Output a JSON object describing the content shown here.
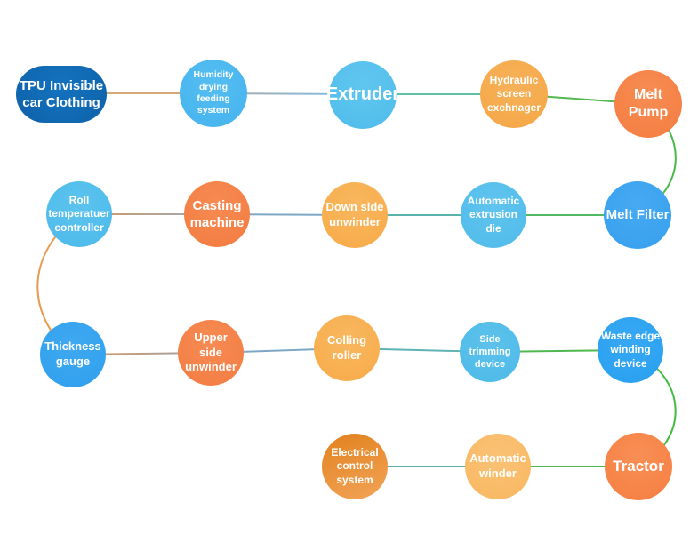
{
  "diagram": {
    "type": "flowchart",
    "background": "#ffffff",
    "nodes": [
      {
        "id": "tpu-invisible-car-clothing",
        "label": "TPU Invisible\ncar Clothing",
        "shape": "stadium",
        "color": "#0e62a8"
      },
      {
        "id": "humidity-drying-feeding-system",
        "label": "Humidity\ndrying\nfeeding system",
        "shape": "circle",
        "color": "#45b3ee"
      },
      {
        "id": "extruder",
        "label": "Extruder",
        "shape": "circle",
        "color": "#4fbceb"
      },
      {
        "id": "hydraulic-screen-exchnager",
        "label": "Hydraulic\nscreen\nexchnager",
        "shape": "circle",
        "color": "#f4a646"
      },
      {
        "id": "melt-pump",
        "label": "Melt Pump",
        "shape": "circle",
        "color": "#f47c40"
      },
      {
        "id": "melt-filter",
        "label": "Melt Filter",
        "shape": "circle",
        "color": "#37a0ee"
      },
      {
        "id": "roll-temperatuer-controller",
        "label": "Roll\ntemperatuer\ncontroller",
        "shape": "circle",
        "color": "#4cbaea"
      },
      {
        "id": "casting-machine",
        "label": "Casting\nmachine",
        "shape": "circle",
        "color": "#f37b41"
      },
      {
        "id": "down-side-unwinder",
        "label": "Down side\nunwinder",
        "shape": "circle",
        "color": "#f7aa48"
      },
      {
        "id": "automatic-extrusion-die",
        "label": "Automatic\nextrusion\ndie",
        "shape": "circle",
        "color": "#50bbea"
      },
      {
        "id": "thickness-gauge",
        "label": "Thickness\ngauge",
        "shape": "circle",
        "color": "#2f9fed"
      },
      {
        "id": "upper-side-unwinder",
        "label": "Upper\nside\nunwinder",
        "shape": "circle",
        "color": "#f37c42"
      },
      {
        "id": "colling-roller",
        "label": "Colling roller",
        "shape": "circle",
        "color": "#f7ab49"
      },
      {
        "id": "side-trimming-device",
        "label": "Side trimming\ndevice",
        "shape": "circle",
        "color": "#4db9e8"
      },
      {
        "id": "waste-edge-winding-device",
        "label": "Waste edge\nwinding\ndevice",
        "shape": "circle",
        "color": "#28a0f0"
      },
      {
        "id": "electrical-control-system",
        "label": "Electrical\ncontrol\nsystem",
        "shape": "circle",
        "color": "#e2811e"
      },
      {
        "id": "automatic-winder",
        "label": "Automatic\nwinder",
        "shape": "circle",
        "color": "#f8b760"
      },
      {
        "id": "tractor",
        "label": "Tractor",
        "shape": "circle",
        "color": "#f67e42"
      }
    ],
    "connections": [
      {
        "from": "tpu-invisible-car-clothing",
        "to": "humidity-drying-feeding-system",
        "color": "#d9a873"
      },
      {
        "from": "humidity-drying-feeding-system",
        "to": "extruder",
        "from_color": "#a9a9a9",
        "to_color": "#7fc0e8"
      },
      {
        "from": "extruder",
        "to": "hydraulic-screen-exchnager",
        "color": "#5fbfa8"
      },
      {
        "from": "hydraulic-screen-exchnager",
        "to": "melt-pump",
        "color": "#53b84f"
      },
      {
        "from": "melt-pump",
        "to": "melt-filter",
        "color": "#49ba49",
        "style": "curve-right"
      },
      {
        "from": "melt-filter",
        "to": "automatic-extrusion-die",
        "color": "#50b862"
      },
      {
        "from": "automatic-extrusion-die",
        "to": "down-side-unwinder",
        "color": "#5ab3ab"
      },
      {
        "from": "down-side-unwinder",
        "to": "casting-machine",
        "color": "#7ea7c6"
      },
      {
        "from": "casting-machine",
        "to": "roll-temperatuer-controller",
        "from_color": "#9faab8",
        "to_color": "#cf9a62"
      },
      {
        "from": "roll-temperatuer-controller",
        "to": "thickness-gauge",
        "color": "#e89a4e",
        "style": "curve-left"
      },
      {
        "from": "thickness-gauge",
        "to": "upper-side-unwinder",
        "from_color": "#e0945a",
        "to_color": "#9aa7b0"
      },
      {
        "from": "upper-side-unwinder",
        "to": "colling-roller",
        "color": "#7ea7c6"
      },
      {
        "from": "colling-roller",
        "to": "side-trimming-device",
        "color": "#5fb3b3"
      },
      {
        "from": "side-trimming-device",
        "to": "waste-edge-winding-device",
        "color": "#4fb84f"
      },
      {
        "from": "waste-edge-winding-device",
        "to": "tractor",
        "color": "#3fbb3f",
        "style": "curve-right"
      },
      {
        "from": "tractor",
        "to": "automatic-winder",
        "color": "#4fb84f"
      },
      {
        "from": "automatic-winder",
        "to": "electrical-control-system",
        "color": "#55b0a8"
      }
    ]
  }
}
